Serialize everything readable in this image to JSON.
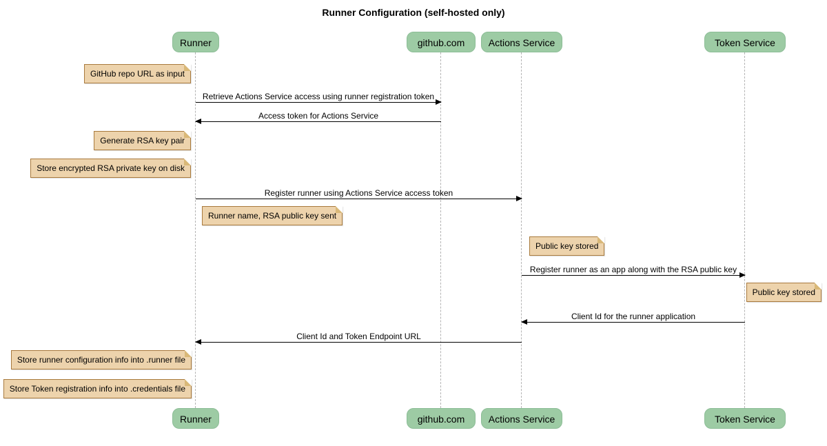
{
  "diagram": {
    "type": "sequence",
    "title": "Runner Configuration (self-hosted only)"
  },
  "colors": {
    "participant_fill": "#9DCBA4",
    "participant_border": "#8CBD96",
    "note_fill": "#EDD3AC",
    "note_border": "#A8793C",
    "note_fold": "#D9B878",
    "lifeline": "#B3B3B3",
    "arrow": "#000000",
    "text": "#000000",
    "background": "#FFFFFF"
  },
  "participants": [
    {
      "label": "Runner"
    },
    {
      "label": "github.com"
    },
    {
      "label": "Actions Service"
    },
    {
      "label": "Token Service"
    }
  ],
  "messages": [
    {
      "from": "Runner",
      "to": "github.com",
      "text": "Retrieve Actions Service access using runner registration token"
    },
    {
      "from": "github.com",
      "to": "Runner",
      "text": "Access token for Actions Service"
    },
    {
      "from": "Runner",
      "to": "Actions Service",
      "text": "Register runner using Actions Service access token"
    },
    {
      "from": "Actions Service",
      "to": "Token Service",
      "text": "Register runner as an app along with the RSA public key"
    },
    {
      "from": "Token Service",
      "to": "Actions Service",
      "text": "Client Id for the runner application"
    },
    {
      "from": "Actions Service",
      "to": "Runner",
      "text": "Client Id and Token Endpoint URL"
    }
  ],
  "notes": [
    {
      "text": "GitHub repo URL as input",
      "position": "left of Runner"
    },
    {
      "text": "Generate RSA key pair",
      "position": "left of Runner"
    },
    {
      "text": "Store encrypted RSA private key on disk",
      "position": "left of Runner"
    },
    {
      "text": "Runner name, RSA public key sent",
      "position": "right of Runner"
    },
    {
      "text": "Public key stored",
      "position": "right of Actions Service"
    },
    {
      "text": "Public key stored",
      "position": "right of Token Service"
    },
    {
      "text": "Store runner configuration info into .runner file",
      "position": "left of Runner"
    },
    {
      "text": "Store Token registration info into .credentials file",
      "position": "left of Runner"
    }
  ]
}
